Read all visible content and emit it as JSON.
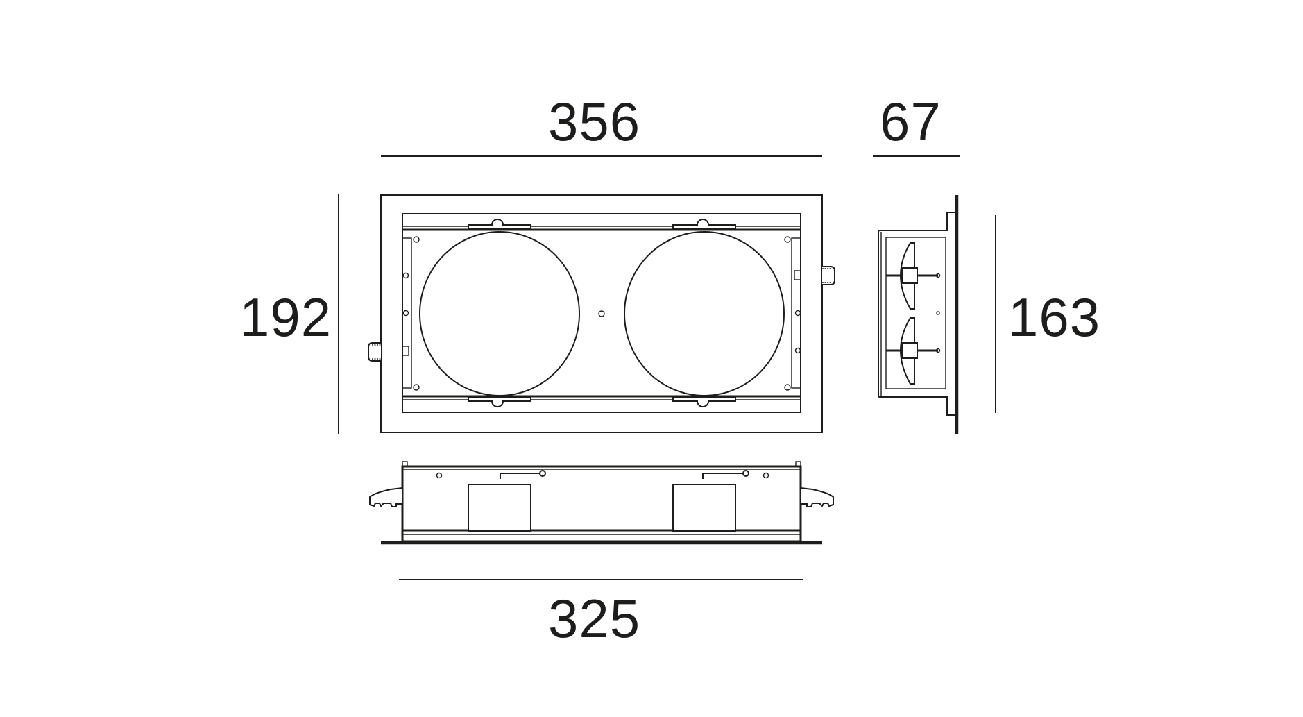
{
  "drawing": {
    "type": "technical dimension drawing",
    "subject": "recessed twin-round downlight housing",
    "units": "mm",
    "line_color": "#1d1d1b",
    "background_color": "#ffffff"
  },
  "dimensions": {
    "overall_width": {
      "value": "356",
      "label": "356"
    },
    "depth": {
      "value": "67",
      "label": "67"
    },
    "overall_height": {
      "value": "192",
      "label": "192"
    },
    "cutout_height": {
      "value": "163",
      "label": "163"
    },
    "cutout_width": {
      "value": "325",
      "label": "325"
    }
  },
  "views": [
    {
      "name": "plan-view",
      "apertures": 2
    },
    {
      "name": "side-view"
    },
    {
      "name": "front-elevation"
    }
  ]
}
